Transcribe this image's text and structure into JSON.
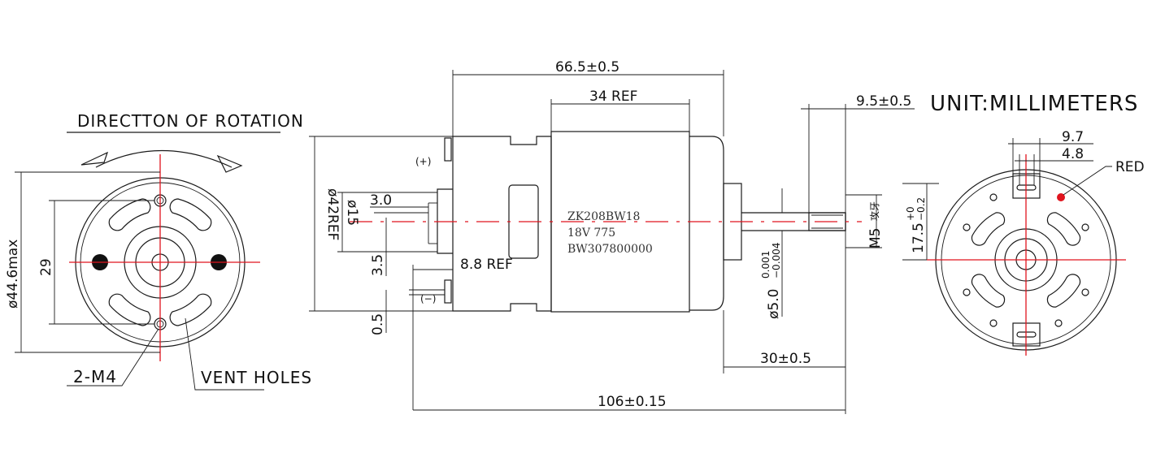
{
  "front_view": {
    "title": "DIRECTTON OF ROTATION",
    "dim_diameter": "ø44.6max",
    "dim_holes": "29",
    "label_mount": "2-M4",
    "label_vent": "VENT HOLES"
  },
  "side_view": {
    "dim_total_body": "66.5±0.5",
    "dim_can": "34 REF",
    "dim_shaft_flat": "9.5±0.5",
    "dim_diameter": "ø42REF",
    "dim_boss": "ø15",
    "dim_boss_len": "3.0",
    "dim_terminal": "3.5",
    "dim_tab_gap": "8.8 REF",
    "dim_tab_thick": "0.5",
    "dim_shaft_dia": "ø5.0",
    "dim_shaft_tol_upper": "0.001",
    "dim_shaft_tol_lower": "−0.004",
    "dim_thread": "M5",
    "dim_thread_note": "攻牙",
    "dim_flat_width": "17.5",
    "dim_flat_tol_upper": "+0",
    "dim_flat_tol_lower": "−0.2",
    "dim_shaft_len": "30±0.5",
    "dim_overall": "106±0.15",
    "terminal_pos": "(+)",
    "terminal_neg": "(−)",
    "label_line1": "ZK208BW18",
    "label_line2": "18V  775",
    "label_line3": "BW307800000"
  },
  "rear_view": {
    "units": "UNIT:MILLIMETERS",
    "dim_outer": "9.7",
    "dim_inner": "4.8",
    "label_red": "RED"
  },
  "colors": {
    "centerline": "#e0141e",
    "outline": "#1a1a1a"
  }
}
